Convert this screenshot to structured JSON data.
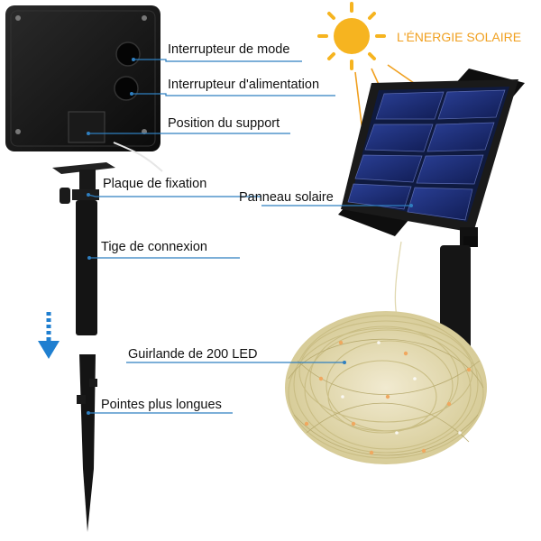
{
  "title": "L'ÉNERGIE SOLAIRE",
  "labels": {
    "mode_switch": "Interrupteur de mode",
    "power_switch": "Interrupteur d'alimentation",
    "support_position": "Position du support",
    "mounting_plate": "Plaque de fixation",
    "connection_rod": "Tige de connexion",
    "solar_panel": "Panneau solaire",
    "led_string": "Guirlande de 200 LED",
    "longer_spikes": "Pointes plus longues"
  },
  "colors": {
    "title": "#f0a020",
    "sun": "#f6b420",
    "leader_line": "#2f7fc0",
    "down_arrow": "#1f7fd0",
    "cell": "#1c2f78",
    "plastic": "#141414",
    "wire": "#d8cfa0"
  },
  "icons": [
    "sun-icon",
    "down-arrow-icon"
  ]
}
